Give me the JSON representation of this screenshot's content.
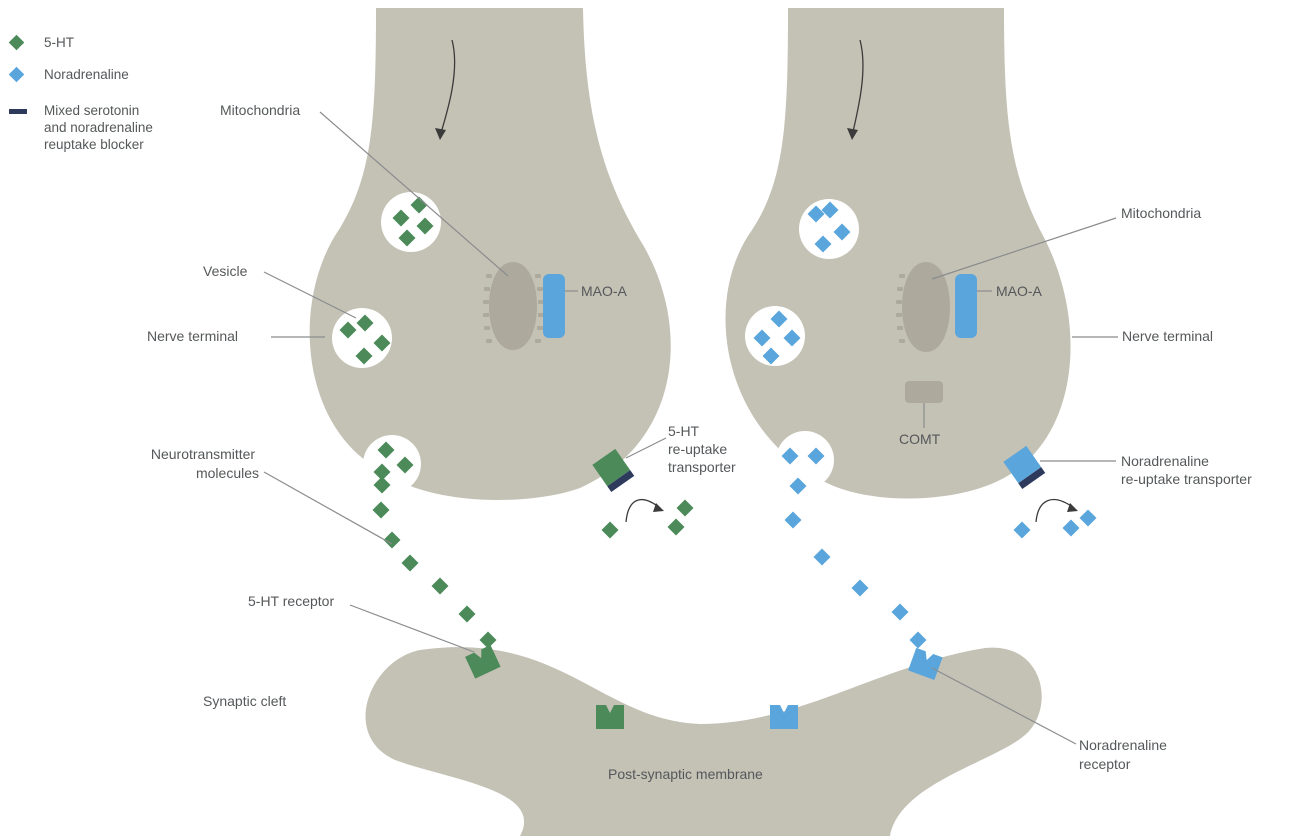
{
  "colors": {
    "serotonin": "#4c8a5a",
    "noradrenaline": "#5aa6dc",
    "blocker": "#2e3a5c",
    "membrane": "#c4c1b5",
    "organelle": "#adaa9d",
    "mao": "#5aa6dc",
    "label_text": "#55585a"
  },
  "legend": {
    "items": [
      {
        "label": "5-HT",
        "icon": "green-diamond-icon"
      },
      {
        "label": "Noradrenaline",
        "icon": "blue-diamond-icon"
      },
      {
        "label_lines": [
          "Mixed serotonin",
          "and noradrenaline",
          "reuptake blocker"
        ],
        "icon": "dark-bar-icon"
      }
    ]
  },
  "labels": {
    "mitochondria_left": "Mitochondria",
    "mao_a_left": "MAO-A",
    "vesicle": "Vesicle",
    "nerve_terminal_left": "Nerve terminal",
    "neurotransmitter": [
      "Neurotransmitter",
      "molecules"
    ],
    "ht_transporter": [
      "5-HT",
      "re-uptake",
      "transporter"
    ],
    "ht_receptor": "5-HT receptor",
    "synaptic_cleft": "Synaptic cleft",
    "postsynaptic": "Post-synaptic membrane",
    "mitochondria_right": "Mitochondria",
    "mao_a_right": "MAO-A",
    "nerve_terminal_right": "Nerve terminal",
    "comt": "COMT",
    "na_transporter": [
      "Noradrenaline",
      "re-uptake transporter"
    ],
    "na_receptor": [
      "Noradrenaline",
      "receptor"
    ]
  }
}
